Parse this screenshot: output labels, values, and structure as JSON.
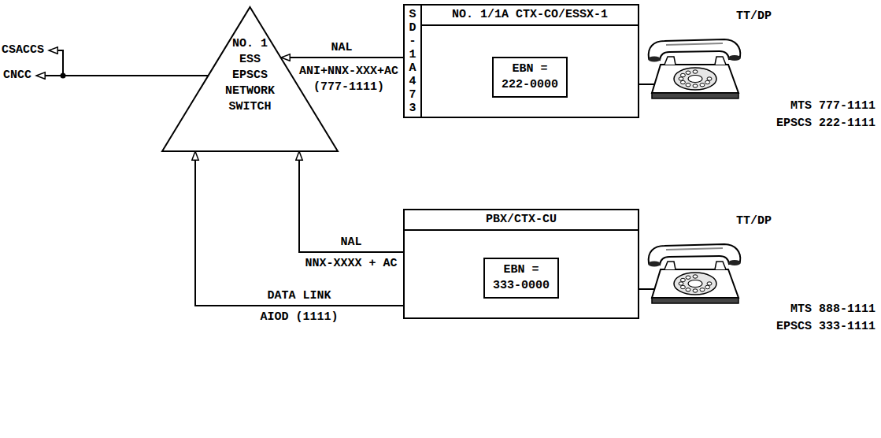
{
  "diagram": {
    "nodes": [
      {
        "text": [
          "NO. 1 ESS EPSCS NETWORK SWITCH"
        ]
      },
      {
        "text": [
          "NO. 1/1A CTX-CO/ESSX-1"
        ]
      },
      {
        "text": [
          "SD-1A473"
        ],
        "in": 1
      },
      {
        "text": [
          "EBN = 222-0000"
        ],
        "in": 1
      },
      {
        "text": [
          "PBX/CTX-CU"
        ]
      },
      {
        "text": [
          "EBN = 333-0000"
        ],
        "in": 4
      }
    ],
    "edges": [
      {
        "from": 1,
        "to": 0,
        "arrow": "to",
        "label": "NAL"
      },
      {
        "from": 4,
        "to": 0,
        "arrow": "to",
        "label": "NAL"
      },
      {
        "from": 4,
        "to": 0,
        "arrow": "to",
        "label": "DATA LINK"
      }
    ],
    "labels": [
      "CSACCS",
      "CNCC",
      "ANI+NNX-XXX+AC",
      "(777-1111)",
      "TT/DP",
      "MTS 777-1111",
      "EPSCS 222-1111",
      "NNX-XXXX + AC",
      "AIOD (1111)",
      "TT/DP",
      "MTS 888-1111",
      "EPSCS 333-1111"
    ]
  }
}
